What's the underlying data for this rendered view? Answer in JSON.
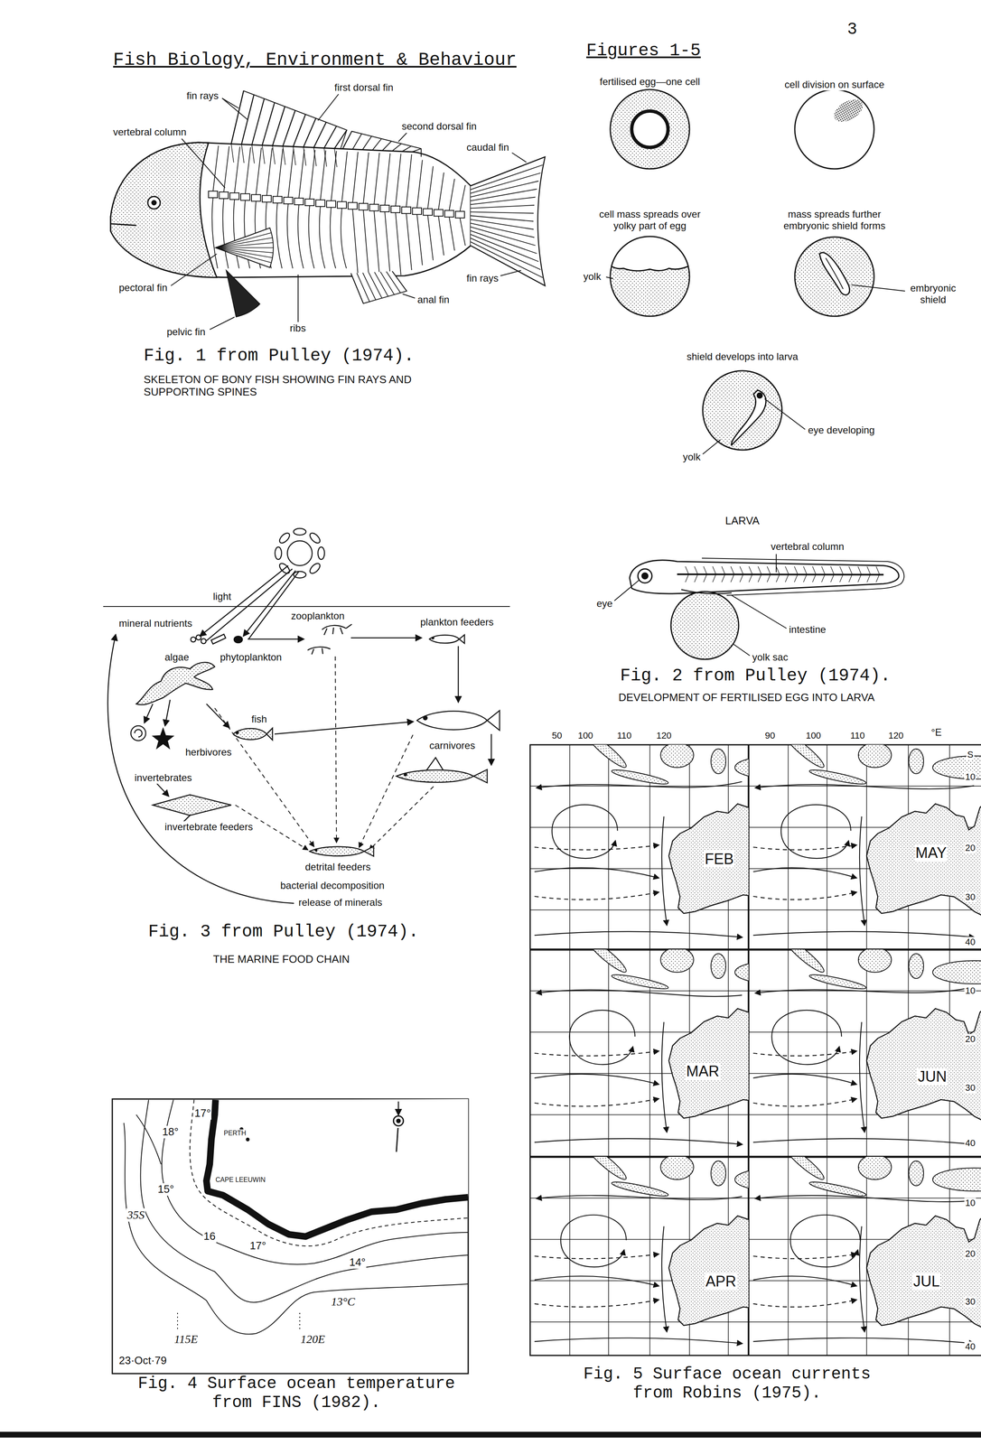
{
  "diagram": {
    "title": "Fish Biology, Environment & Behaviour",
    "labels": [
      "3",
      "Figures 1-5",
      "fin rays",
      "first dorsal fin",
      "second dorsal fin",
      "vertebral column",
      "caudal fin",
      "pectoral fin",
      "fin rays",
      "anal fin",
      "pelvic fin",
      "ribs",
      "Fig. 1 from Pulley (1974).",
      "SKELETON OF BONY FISH SHOWING FIN RAYS AND SUPPORTING SPINES",
      "fertilised egg—one cell",
      "cell division on surface",
      "cell mass spreads over yolky part of egg",
      "yolk",
      "mass spreads further embryonic shield forms",
      "embryonic shield",
      "shield develops into larva",
      "eye developing",
      "yolk",
      "LARVA",
      "vertebral column",
      "eye",
      "intestine",
      "yolk sac",
      "Fig. 2 from Pulley (1974).",
      "DEVELOPMENT OF FERTILISED EGG INTO LARVA",
      "light",
      "mineral nutrients",
      "zooplankton",
      "plankton feeders",
      "algae",
      "phytoplankton",
      "fish",
      "herbivores",
      "carnivores",
      "invertebrates",
      "invertebrate feeders",
      "detrital feeders",
      "bacterial decomposition",
      "release of minerals",
      "Fig. 3 from Pulley (1974).",
      "THE MARINE FOOD CHAIN",
      "17°",
      "18°",
      "PERTH",
      "CAPE LEEUWIN",
      "15°",
      "35S",
      "16",
      "17°",
      "14°",
      "13°C",
      "115E",
      "120E",
      "23·Oct·79",
      "Fig. 4 Surface ocean temperature from FINS (1982).",
      "50",
      "100",
      "110",
      "120",
      "90",
      "100",
      "110",
      "120",
      "°E",
      "S",
      "10",
      "20",
      "30",
      "40",
      "10",
      "20",
      "30",
      "40",
      "10",
      "20",
      "30",
      "40",
      "FEB",
      "MAY",
      "MAR",
      "JUN",
      "APR",
      "JUL",
      "Fig. 5 Surface ocean currents from Robins (1975)."
    ]
  }
}
